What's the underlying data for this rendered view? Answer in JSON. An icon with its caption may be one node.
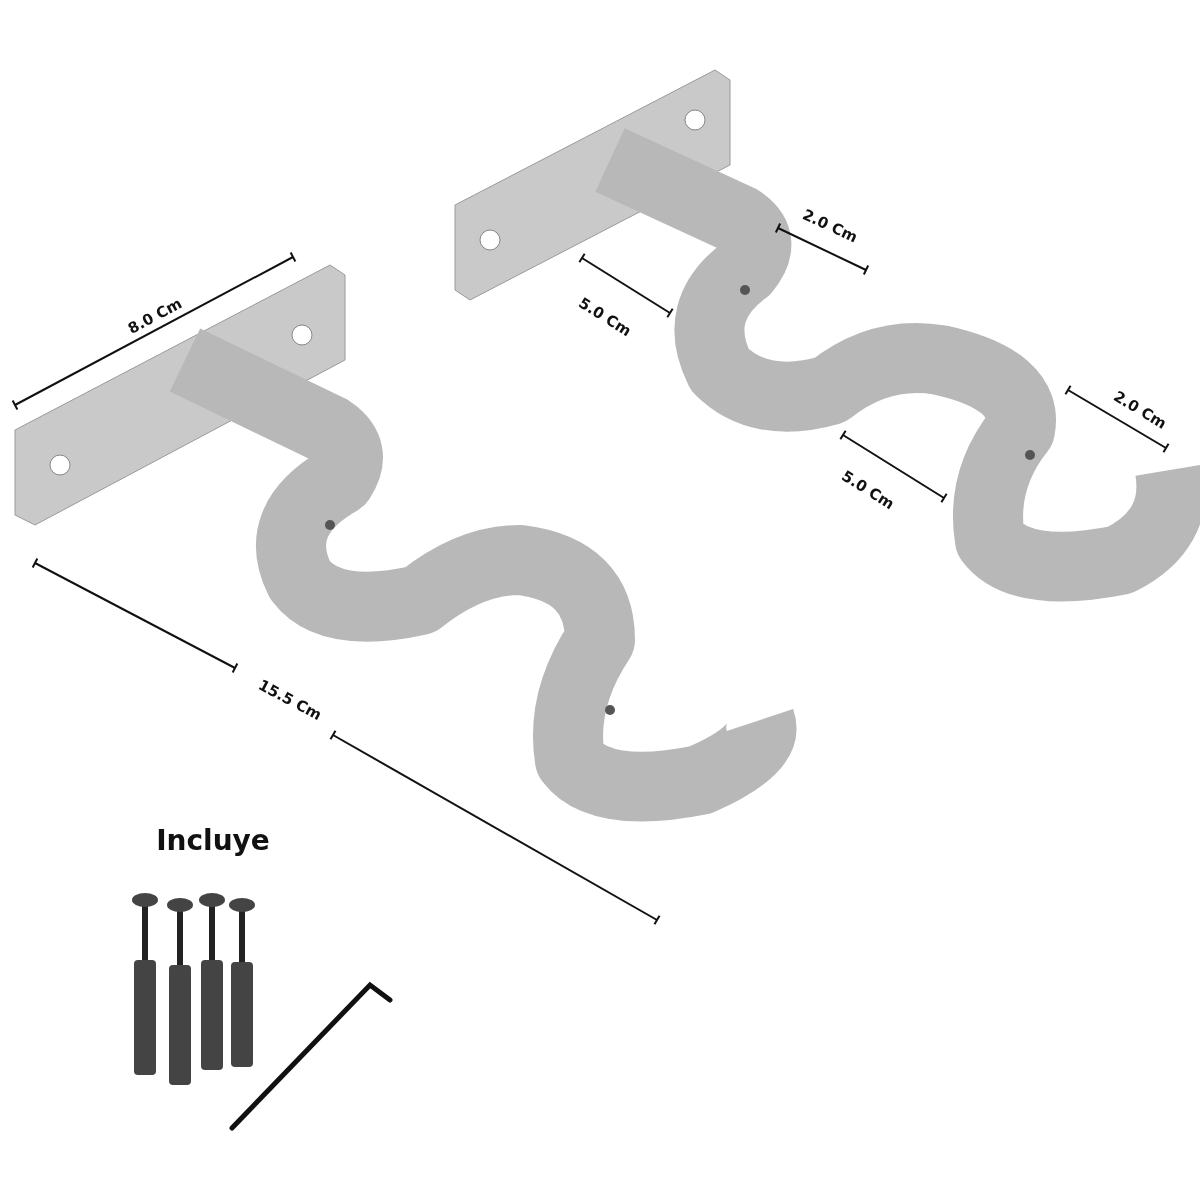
{
  "diagram": {
    "labels": [
      "2.0 Cm",
      "8.0 Cm",
      "5.0 Cm",
      "2.0 Cm",
      "5.0 Cm",
      "15.5 Cm",
      "Incluye"
    ]
  }
}
